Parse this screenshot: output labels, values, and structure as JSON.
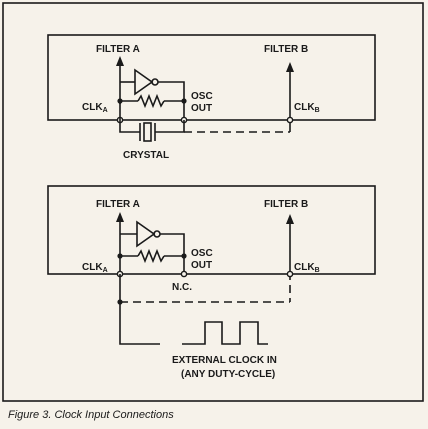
{
  "top": {
    "filter_a": "FILTER A",
    "filter_b": "FILTER B",
    "clk_a": "CLK",
    "clk_a_sub": "A",
    "clk_b": "CLK",
    "clk_b_sub": "B",
    "osc": "OSC",
    "out": "OUT",
    "crystal": "CRYSTAL"
  },
  "bottom": {
    "filter_a": "FILTER A",
    "filter_b": "FILTER B",
    "clk_a": "CLK",
    "clk_a_sub": "A",
    "clk_b": "CLK",
    "clk_b_sub": "B",
    "osc": "OSC",
    "out": "OUT",
    "nc": "N.C.",
    "ext_clock_line1": "EXTERNAL CLOCK IN",
    "ext_clock_line2": "(ANY DUTY-CYCLE)"
  },
  "caption": "Figure 3.  Clock Input Connections"
}
